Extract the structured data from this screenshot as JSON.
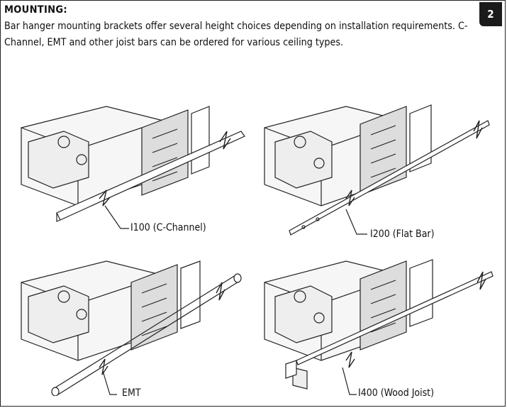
{
  "page_number": "2",
  "section": {
    "title": "MOUNTING:",
    "body": "Bar hanger mounting brackets offer several height choices depending on installation requirements. C-Channel, EMT and other joist bars can be ordered for various ceiling types."
  },
  "figures": [
    {
      "label": "I100 (C-Channel)"
    },
    {
      "label": "I200 (Flat Bar)"
    },
    {
      "label": "EMT"
    },
    {
      "label": "I400 (Wood Joist)"
    }
  ]
}
